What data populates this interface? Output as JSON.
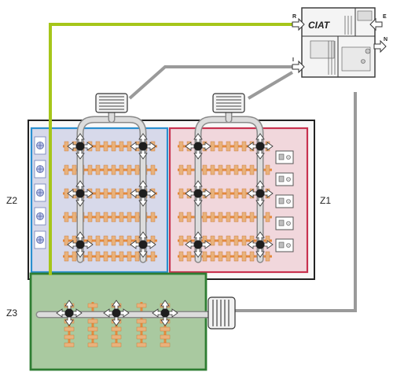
{
  "zones": {
    "z1": {
      "label": "Z1",
      "fill": "#f1d7dc",
      "border": "#c8324f"
    },
    "z2": {
      "label": "Z2",
      "fill": "#d7d9ea",
      "border": "#2a8fcf"
    },
    "z3": {
      "label": "Z3",
      "fill": "#a9c9a0",
      "border": "#2e7d32"
    }
  },
  "control_unit": {
    "brand": "CIAT",
    "port_labels": {
      "r": "R",
      "e": "E",
      "n": "N",
      "i": "I"
    }
  },
  "colors": {
    "green_duct": "#a6c61a",
    "gray_duct": "#9a9a9a",
    "pipe": "#d0d0d0",
    "node": "#1e1e1e",
    "rail": "#e58a3c",
    "building_outline": "#222222"
  },
  "icons": {
    "grille": "grille-icon",
    "diffuser": "diffuser-icon",
    "fan_unit": "fan-coil-icon",
    "thermostat": "thermostat-icon"
  }
}
